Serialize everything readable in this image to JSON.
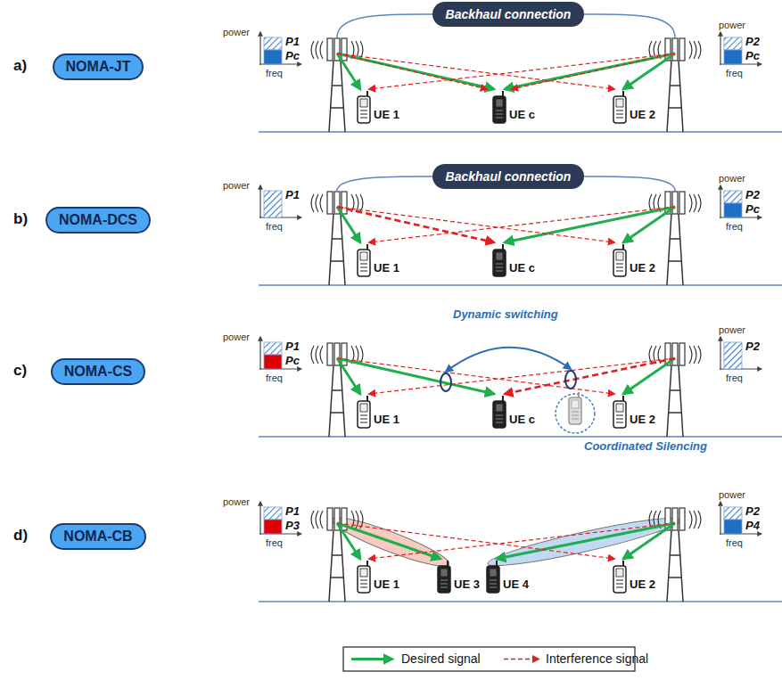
{
  "diagram": {
    "nodes": [
      {
        "text": [
          "Backhaul connection"
        ]
      },
      {
        "text": [
          "NOMA-JT"
        ]
      },
      {
        "text": [
          "Backhaul connection"
        ]
      },
      {
        "text": [
          "NOMA-DCS"
        ]
      },
      {
        "text": [
          "NOMA-CS"
        ]
      },
      {
        "text": [
          "NOMA-CB"
        ]
      }
    ],
    "labels": [
      "a)",
      "power",
      "freq",
      "P1",
      "Pc",
      "power",
      "freq",
      "P2",
      "Pc",
      "UE 1",
      "UE c",
      "UE 2",
      "b)",
      "power",
      "freq",
      "P1",
      "power",
      "freq",
      "P2",
      "Pc",
      "UE 1",
      "UE c",
      "UE 2",
      "c)",
      "power",
      "freq",
      "P1",
      "Pc",
      "power",
      "freq",
      "P2",
      "UE 1",
      "UE c",
      "UE 2",
      "Dynamic switching",
      "Coordinated Silencing",
      "d)",
      "power",
      "freq",
      "P1",
      "P3",
      "power",
      "freq",
      "P2",
      "P4",
      "UE 1",
      "UE 3",
      "UE 4",
      "UE 2"
    ],
    "legend": [
      {
        "text": "Desired signal"
      },
      {
        "text": "Interference signal"
      }
    ]
  }
}
